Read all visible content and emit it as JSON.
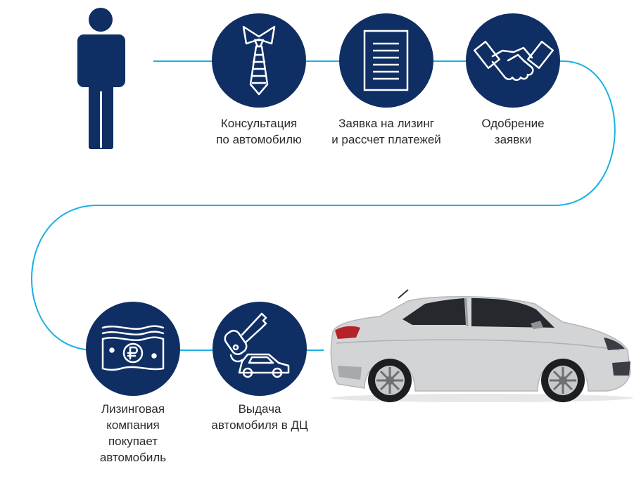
{
  "colors": {
    "navy": "#0f2e63",
    "line": "#1ab0e3",
    "text": "#2b2b2b",
    "car_body": "#d2d4d6"
  },
  "steps": [
    {
      "icon": "tie-icon",
      "label": [
        "Консультация",
        "по автомобилю"
      ]
    },
    {
      "icon": "document-icon",
      "label": [
        "Заявка на лизинг",
        "и рассчет платежей"
      ]
    },
    {
      "icon": "handshake-icon",
      "label": [
        "Одобрение",
        "заявки"
      ]
    },
    {
      "icon": "ruble-banknote-icon",
      "label": [
        "Лизинговая",
        "компания",
        "покупает",
        "автомобиль"
      ]
    },
    {
      "icon": "car-keys-icon",
      "label": [
        "Выдача",
        "автомобиля в ДЦ"
      ]
    }
  ],
  "figures": {
    "start": "person-icon",
    "end": "car-image"
  }
}
